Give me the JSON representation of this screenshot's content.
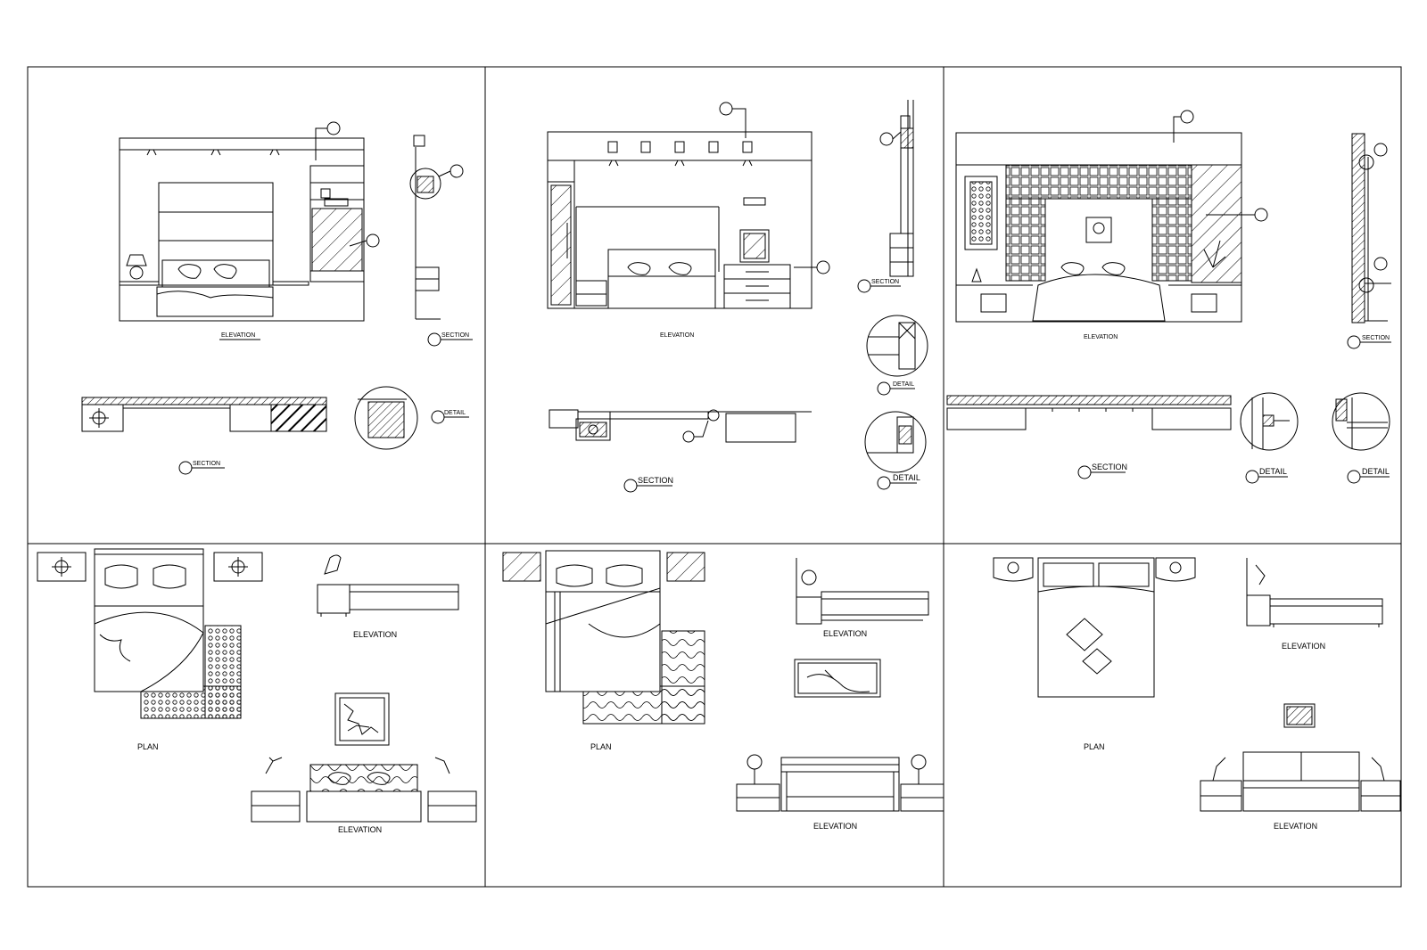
{
  "sheet": {
    "line_color": "#000000",
    "background": "#ffffff",
    "panels": [
      {
        "id": "p1",
        "labels": {
          "elevation": "ELEVATION",
          "section_right": "SECTION",
          "section_bottom": "SECTION",
          "detail": "DETAIL"
        }
      },
      {
        "id": "p2",
        "labels": {
          "elevation": "ELEVATION",
          "section_right": "SECTION",
          "section_bottom": "SECTION",
          "detail_a": "DETAIL",
          "detail_b": "DETAIL"
        }
      },
      {
        "id": "p3",
        "labels": {
          "elevation": "ELEVATION",
          "section_right": "SECTION",
          "section_bottom": "SECTION",
          "detail_a": "DETAIL",
          "detail_b": "DETAIL"
        }
      },
      {
        "id": "p4",
        "labels": {
          "plan": "PLAN",
          "side_elevation": "ELEVATION",
          "front_elevation": "ELEVATION"
        }
      },
      {
        "id": "p5",
        "labels": {
          "plan": "PLAN",
          "side_elevation": "ELEVATION",
          "front_elevation": "ELEVATION"
        }
      },
      {
        "id": "p6",
        "labels": {
          "plan": "PLAN",
          "side_elevation": "ELEVATION",
          "front_elevation": "ELEVATION"
        }
      }
    ]
  }
}
